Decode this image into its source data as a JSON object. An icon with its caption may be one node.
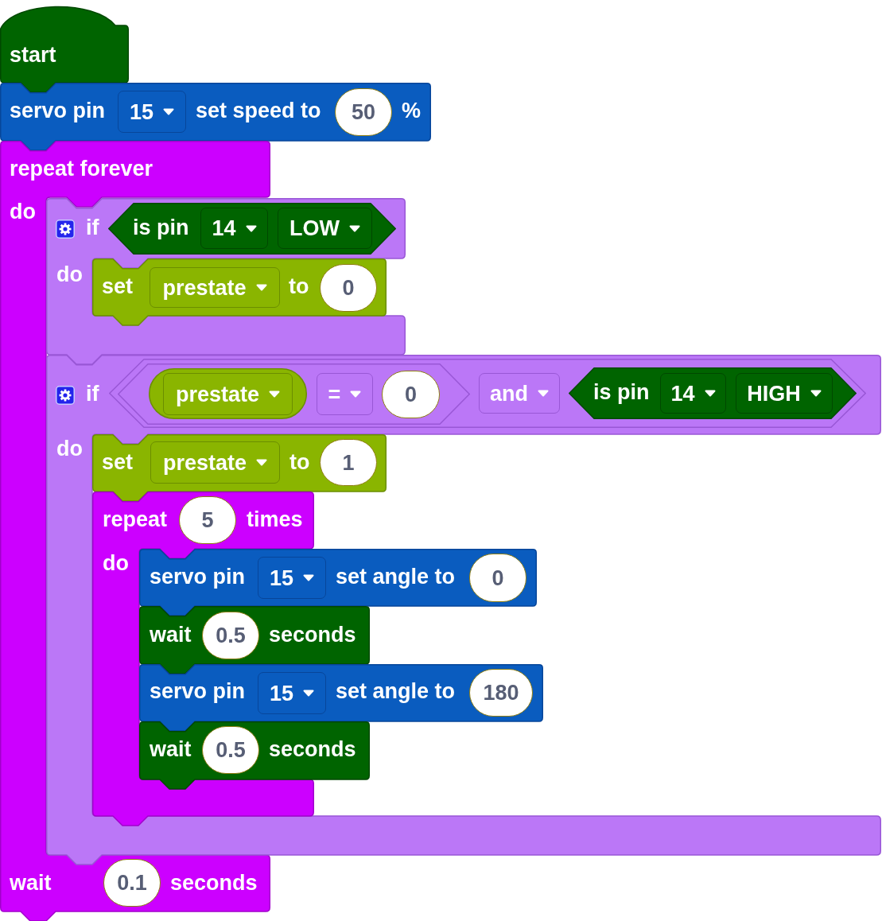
{
  "diagram": {
    "nodes": [
      {
        "text": [
          "start"
        ]
      },
      {
        "text": [
          "servo pin",
          "set speed to",
          "%"
        ]
      },
      {
        "text": [
          "15"
        ],
        "in": 1
      },
      {
        "text": [
          "50"
        ],
        "in": 1
      },
      {
        "text": [
          "repeat forever",
          "do",
          "wait",
          "seconds"
        ]
      },
      {
        "text": [
          "if",
          "do"
        ]
      },
      {
        "text": [
          "is pin"
        ],
        "in": 5
      },
      {
        "text": [
          "14"
        ],
        "in": 6
      },
      {
        "text": [
          "LOW"
        ],
        "in": 6
      },
      {
        "text": [
          "set",
          "to"
        ],
        "in": 5
      },
      {
        "text": [
          "prestate"
        ],
        "in": 9
      },
      {
        "text": [
          "0"
        ],
        "in": 9
      },
      {
        "text": [
          "if",
          "do"
        ]
      },
      {
        "text": [],
        "shape": "hexagon",
        "in": 12
      },
      {
        "text": [],
        "shape": "hexagon",
        "in": 13
      },
      {
        "text": [],
        "shape": "box",
        "in": 14
      },
      {
        "text": [
          "prestate"
        ],
        "in": 15
      },
      {
        "text": [
          "="
        ],
        "in": 14
      },
      {
        "text": [
          "0"
        ],
        "in": 14
      },
      {
        "text": [
          "and"
        ],
        "in": 13
      },
      {
        "text": [
          "is pin"
        ],
        "in": 13
      },
      {
        "text": [
          "14"
        ],
        "in": 20
      },
      {
        "text": [
          "HIGH"
        ],
        "in": 20
      },
      {
        "text": [
          "set",
          "to"
        ],
        "in": 12
      },
      {
        "text": [
          "prestate"
        ],
        "in": 23
      },
      {
        "text": [
          "1"
        ],
        "in": 23
      },
      {
        "text": [
          "repeat",
          "times",
          "do"
        ],
        "in": 12
      },
      {
        "text": [
          "5"
        ],
        "in": 26
      },
      {
        "text": [
          "servo pin",
          "set angle to"
        ],
        "in": 12
      },
      {
        "text": [
          "15"
        ],
        "in": 28
      },
      {
        "text": [
          "0"
        ],
        "in": 28
      },
      {
        "text": [
          "wait",
          "seconds"
        ],
        "in": 12
      },
      {
        "text": [
          "0.5"
        ],
        "in": 31
      },
      {
        "text": [
          "servo pin",
          "set angle to"
        ],
        "in": 12
      },
      {
        "text": [
          "15"
        ],
        "in": 33
      },
      {
        "text": [
          "180"
        ],
        "in": 33
      },
      {
        "text": [
          "wait",
          "seconds"
        ],
        "in": 12
      },
      {
        "text": [
          "0.5"
        ],
        "in": 36
      },
      {
        "text": [
          "0.1"
        ],
        "in": 4
      }
    ]
  }
}
